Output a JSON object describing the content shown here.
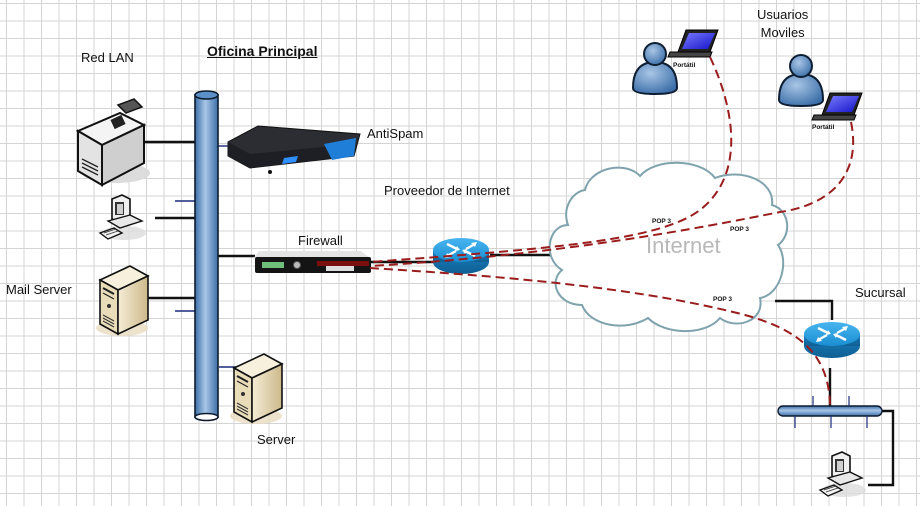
{
  "diagram": {
    "title": "Oficina Principal",
    "labels": {
      "red_lan": "Red LAN",
      "antispam": "AntiSpam",
      "proveedor": "Proveedor de Internet",
      "firewall": "Firewall",
      "mail_server": "Mail Server",
      "server": "Server",
      "usuarios_line1": "Usuarios",
      "usuarios_line2": "Moviles",
      "internet": "Internet",
      "sucursal": "Sucursal",
      "portatil": "Portátil",
      "pop": "POP 3"
    },
    "nodes": [
      {
        "id": "printer",
        "type": "printer"
      },
      {
        "id": "workstation-lan",
        "type": "workstation"
      },
      {
        "id": "mail-server",
        "type": "server",
        "label": "Mail Server"
      },
      {
        "id": "antispam",
        "type": "appliance",
        "label": "AntiSpam"
      },
      {
        "id": "firewall",
        "type": "firewall",
        "label": "Firewall"
      },
      {
        "id": "server",
        "type": "server",
        "label": "Server"
      },
      {
        "id": "isp-router",
        "type": "router",
        "label": "Proveedor de Internet"
      },
      {
        "id": "internet",
        "type": "cloud",
        "label": "Internet"
      },
      {
        "id": "mobile-user-1",
        "type": "user+laptop",
        "label": "Portátil"
      },
      {
        "id": "mobile-user-2",
        "type": "user+laptop",
        "label": "Portátil"
      },
      {
        "id": "branch-router",
        "type": "router",
        "label": "Sucursal"
      },
      {
        "id": "branch-workstation",
        "type": "workstation"
      }
    ],
    "colors": {
      "backbone": "#5b8fc7",
      "router": "#1b8fd0",
      "vpn_dashed": "#9b1c1c",
      "cloud_stroke": "#7fa3ad",
      "laptop_screen": "#2a2ae0",
      "user": "#4f80b8"
    }
  }
}
